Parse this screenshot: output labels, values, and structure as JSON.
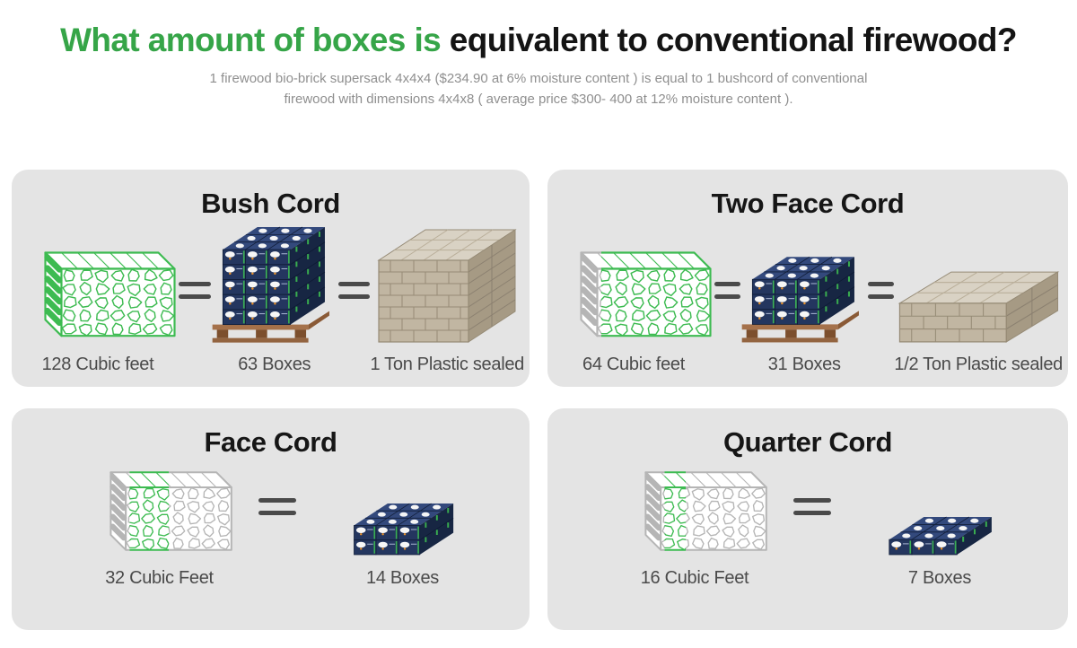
{
  "header": {
    "title_green": "What amount of boxes is",
    "title_black": " equivalent to conventional firewood?",
    "subtitle_line1": "1 firewood bio-brick supersack 4x4x4 ($234.90 at 6% moisture content ) is equal to 1 bushcord of conventional",
    "subtitle_line2": "firewood with dimensions 4x4x8 ( average price $300- 400 at 12% moisture content )."
  },
  "panels": [
    {
      "title": "Bush Cord",
      "items": [
        {
          "icon": "firewood-stack-icon",
          "label": "128 Cubic feet"
        },
        {
          "icon": "boxes-pallet-icon",
          "label": "63 Boxes"
        },
        {
          "icon": "brick-ton-icon",
          "label": "1 Ton Plastic sealed"
        }
      ]
    },
    {
      "title": "Two Face Cord",
      "items": [
        {
          "icon": "firewood-stack-icon",
          "label": "64 Cubic feet"
        },
        {
          "icon": "boxes-pallet-icon",
          "label": "31 Boxes"
        },
        {
          "icon": "brick-ton-icon",
          "label": "1/2 Ton Plastic sealed"
        }
      ]
    },
    {
      "title": "Face Cord",
      "items": [
        {
          "icon": "firewood-stack-icon",
          "label": "32 Cubic Feet"
        },
        {
          "icon": "boxes-stack-icon",
          "label": "14 Boxes"
        }
      ]
    },
    {
      "title": "Quarter Cord",
      "items": [
        {
          "icon": "firewood-stack-icon",
          "label": "16 Cubic Feet"
        },
        {
          "icon": "boxes-stack-icon",
          "label": "7 Boxes"
        }
      ]
    }
  ],
  "icons": {
    "equals": "equals-icon",
    "firewood_stack": "firewood-stack-icon",
    "boxes_pallet": "boxes-pallet-icon",
    "boxes_stack": "boxes-stack-icon",
    "brick_ton": "brick-ton-icon"
  },
  "colors": {
    "title_green": "#36a548",
    "title_black": "#141414",
    "subtitle_gray": "#8f8f8f",
    "panel_bg": "#e4e4e4",
    "label_gray": "#4a4a4a",
    "wood_green": "#3dbb51",
    "wood_gray": "#b5b5b5",
    "box_navy_front": "#24365f",
    "box_navy_top": "#33497c",
    "box_navy_side": "#172643",
    "box_line": "#121f3a",
    "box_orange": "#e8912b",
    "pallet_brown": "#a5714a",
    "pallet_dark": "#7c4f2d",
    "brick_front": "#c1b6a2",
    "brick_side": "#a69a84",
    "brick_top": "#d9d2c4",
    "brick_line": "#968b76"
  }
}
